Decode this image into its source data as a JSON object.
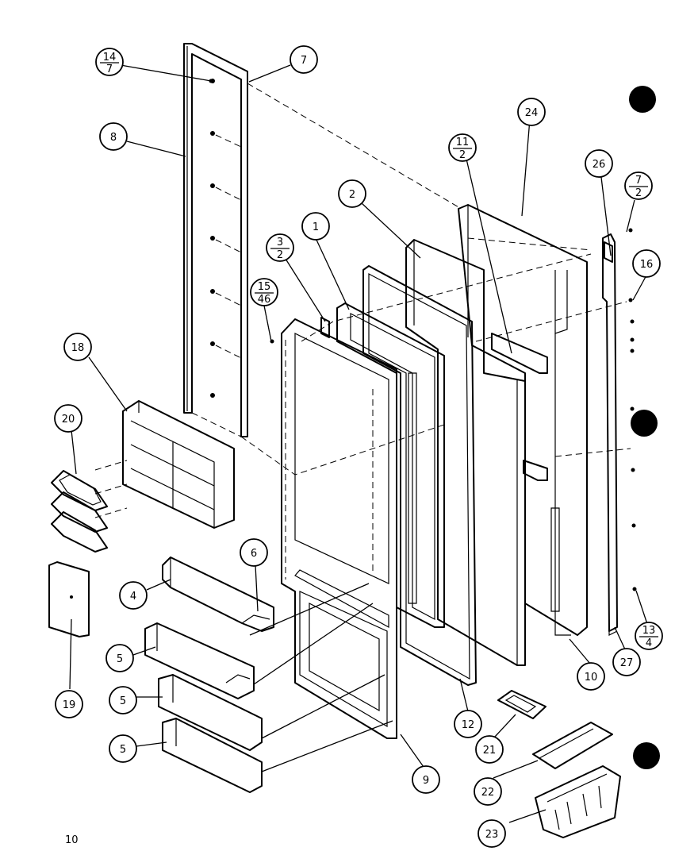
{
  "page_number": "10",
  "callouts": [
    {
      "id": "c-14-7",
      "num": "14",
      "den": "7"
    },
    {
      "id": "c-7",
      "label": "7"
    },
    {
      "id": "c-8",
      "label": "8"
    },
    {
      "id": "c-24",
      "label": "24"
    },
    {
      "id": "c-11-2",
      "num": "11",
      "den": "2"
    },
    {
      "id": "c-2",
      "label": "2"
    },
    {
      "id": "c-26",
      "label": "26"
    },
    {
      "id": "c-7-2",
      "num": "7",
      "den": "2"
    },
    {
      "id": "c-1",
      "label": "1"
    },
    {
      "id": "c-3-2",
      "num": "3",
      "den": "2"
    },
    {
      "id": "c-16",
      "label": "16"
    },
    {
      "id": "c-15-46",
      "num": "15",
      "den": "46"
    },
    {
      "id": "c-18",
      "label": "18"
    },
    {
      "id": "c-20",
      "label": "20"
    },
    {
      "id": "c-6",
      "label": "6"
    },
    {
      "id": "c-4",
      "label": "4"
    },
    {
      "id": "c-5a",
      "label": "5"
    },
    {
      "id": "c-5b",
      "label": "5"
    },
    {
      "id": "c-5c",
      "label": "5"
    },
    {
      "id": "c-19",
      "label": "19"
    },
    {
      "id": "c-10",
      "label": "10"
    },
    {
      "id": "c-27",
      "label": "27"
    },
    {
      "id": "c-13-4",
      "num": "13",
      "den": "4"
    },
    {
      "id": "c-12",
      "label": "12"
    },
    {
      "id": "c-21",
      "label": "21"
    },
    {
      "id": "c-9",
      "label": "9"
    },
    {
      "id": "c-22",
      "label": "22"
    },
    {
      "id": "c-23",
      "label": "23"
    }
  ]
}
